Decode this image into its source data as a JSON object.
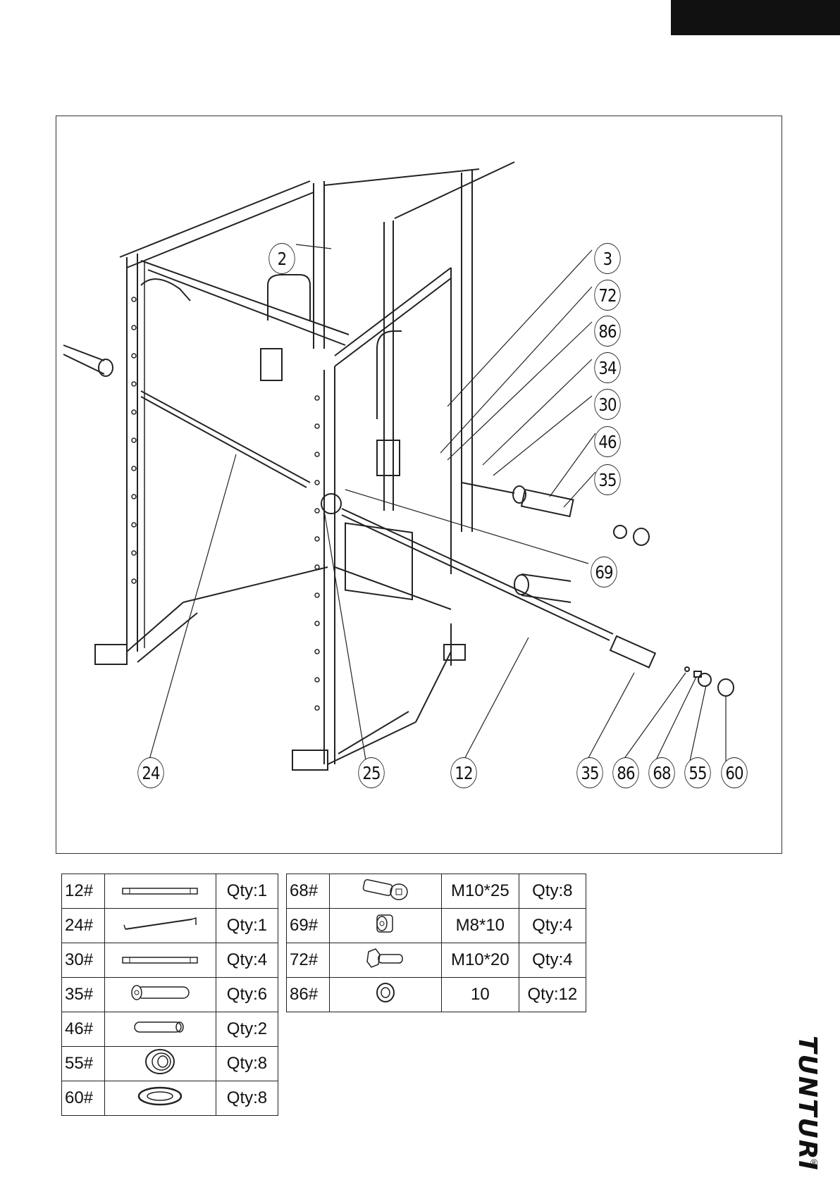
{
  "brand": {
    "name": "TUNTURI",
    "registered_mark": "®"
  },
  "diagram": {
    "callouts": [
      "2",
      "3",
      "72",
      "86",
      "34",
      "30",
      "46",
      "35",
      "69",
      "24",
      "25",
      "12",
      "35",
      "86",
      "68",
      "55",
      "60"
    ]
  },
  "parts_table_left": [
    {
      "code": "12#",
      "icon": "bar-long-icon",
      "qty": "Qty:1"
    },
    {
      "code": "24#",
      "icon": "bar-bent-icon",
      "qty": "Qty:1"
    },
    {
      "code": "30#",
      "icon": "bar-long-icon",
      "qty": "Qty:4"
    },
    {
      "code": "35#",
      "icon": "grip-sleeve-icon",
      "qty": "Qty:6"
    },
    {
      "code": "46#",
      "icon": "tube-icon",
      "qty": "Qty:2"
    },
    {
      "code": "55#",
      "icon": "knob-icon",
      "qty": "Qty:8"
    },
    {
      "code": "60#",
      "icon": "washer-large-icon",
      "qty": "Qty:8"
    }
  ],
  "parts_table_right": [
    {
      "code": "68#",
      "icon": "socket-bolt-icon",
      "spec": "M10*25",
      "qty": "Qty:8"
    },
    {
      "code": "69#",
      "icon": "nut-icon",
      "spec": "M8*10",
      "qty": "Qty:4"
    },
    {
      "code": "72#",
      "icon": "hex-bolt-icon",
      "spec": "M10*20",
      "qty": "Qty:4"
    },
    {
      "code": "86#",
      "icon": "washer-icon",
      "spec": "10",
      "qty": "Qty:12"
    }
  ]
}
